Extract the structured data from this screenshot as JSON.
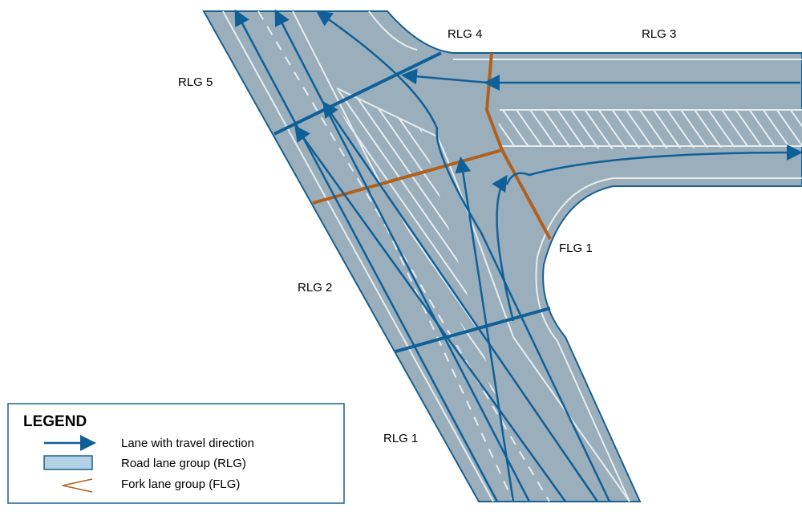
{
  "labels": {
    "rlg1": "RLG 1",
    "rlg2": "RLG 2",
    "rlg3": "RLG 3",
    "rlg4": "RLG 4",
    "rlg5": "RLG 5",
    "flg1": "FLG 1"
  },
  "legend": {
    "title": "LEGEND",
    "items": [
      {
        "label": "Lane with travel direction",
        "symbol": "arrow-icon"
      },
      {
        "label": "Road lane group (RLG)",
        "symbol": "lane-group-swatch-icon"
      },
      {
        "label": "Fork lane group (FLG)",
        "symbol": "fork-icon"
      }
    ]
  },
  "colors": {
    "road": "#9aafbb",
    "road_edge": "#1a5f8e",
    "lane_marking": "#e6edf1",
    "arrow": "#0f5f98",
    "rlg_boundary": "#0f5f98",
    "flg_boundary": "#b0601e",
    "legend_swatch": "#b2d1e4"
  }
}
